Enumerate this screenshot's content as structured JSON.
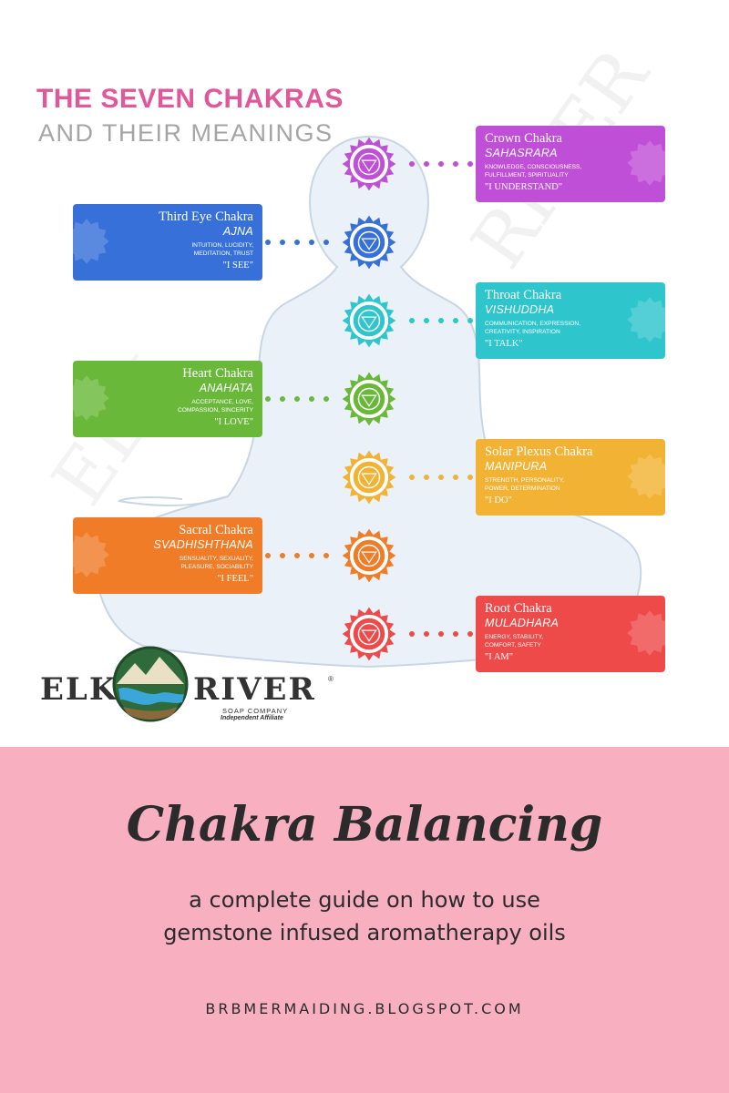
{
  "infographic": {
    "title_line1": "THE SEVEN CHAKRAS",
    "title_line2": "AND THEIR MEANINGS",
    "chakras": [
      {
        "name": "Crown Chakra",
        "sanskrit": "SAHASRARA",
        "meaning": "KNOWLEDGE, CONSCIOUSNESS, FULFILLMENT, SPIRITUALITY",
        "affirmation": "\"I UNDERSTAND\"",
        "color": "#c04fd8",
        "icon": "crown-chakra-icon"
      },
      {
        "name": "Third Eye Chakra",
        "sanskrit": "AJNA",
        "meaning": "INTUITION, LUCIDITY, MEDITATION, TRUST",
        "affirmation": "\"I SEE\"",
        "color": "#3670d8",
        "icon": "third-eye-chakra-icon"
      },
      {
        "name": "Throat Chakra",
        "sanskrit": "VISHUDDHA",
        "meaning": "COMMUNICATION, EXPRESSION, CREATIVITY, INSPIRATION",
        "affirmation": "\"I TALK\"",
        "color": "#2ec5cd",
        "icon": "throat-chakra-icon"
      },
      {
        "name": "Heart Chakra",
        "sanskrit": "ANAHATA",
        "meaning": "ACCEPTANCE, LOVE, COMPASSION, SINCERITY",
        "affirmation": "\"I LOVE\"",
        "color": "#6ab83a",
        "icon": "heart-chakra-icon"
      },
      {
        "name": "Solar Plexus Chakra",
        "sanskrit": "MANIPURA",
        "meaning": "STRENGTH, PERSONALITY, POWER, DETERMINATION",
        "affirmation": "\"I DO\"",
        "color": "#f2b233",
        "icon": "solar-plexus-chakra-icon"
      },
      {
        "name": "Sacral Chakra",
        "sanskrit": "SVADHISHTHANA",
        "meaning": "SENSUALITY, SEXUALITY, PLEASURE, SOCIABILITY",
        "affirmation": "\"I FEEL\"",
        "color": "#f07c28",
        "icon": "sacral-chakra-icon"
      },
      {
        "name": "Root Chakra",
        "sanskrit": "MULADHARA",
        "meaning": "ENERGY, STABILITY, COMFORT, SAFETY",
        "affirmation": "\"I AM\"",
        "color": "#ef4a4a",
        "icon": "root-chakra-icon"
      }
    ]
  },
  "logo": {
    "word1": "ELK",
    "word2": "RIVER",
    "registered": "®",
    "sub1": "SOAP COMPANY",
    "sub2": "Independent Affiliate"
  },
  "banner": {
    "title": "Chakra Balancing",
    "subtitle_line1": "a complete guide on how to use",
    "subtitle_line2": "gemstone infused aromatherapy oils",
    "url": "BRBMERMAIDING.BLOGSPOT.COM",
    "background": "#f8b0c0"
  }
}
